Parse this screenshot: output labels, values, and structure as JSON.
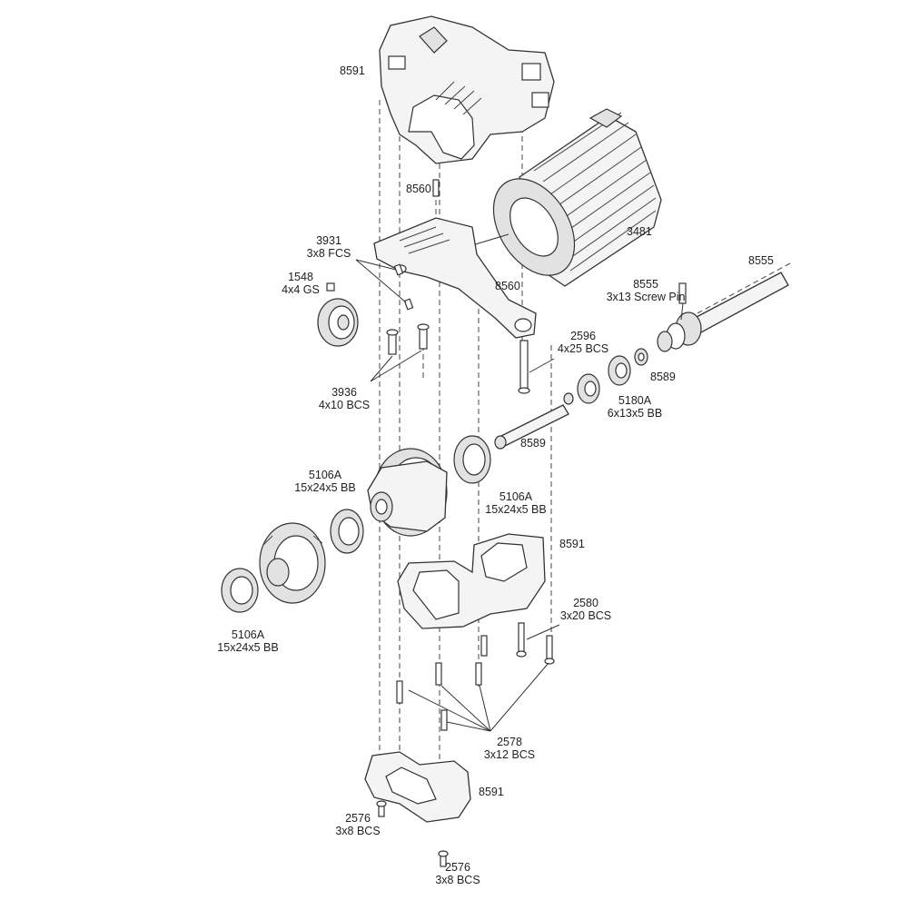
{
  "parts": {
    "housing_top": {
      "part": "8591"
    },
    "motor_mount_pin": {
      "part": "8560"
    },
    "motor": {
      "part": "3481"
    },
    "screw_fcs": {
      "part": "3931",
      "spec": "3x8 FCS"
    },
    "set_screw": {
      "part": "1548",
      "spec": "4x4 GS"
    },
    "motor_mount": {
      "part": "8560"
    },
    "output_shaft": {
      "part": "8555"
    },
    "screw_pin": {
      "part": "8555",
      "spec": "3x13 Screw Pin"
    },
    "bcs_4x25": {
      "part": "2596",
      "spec": "4x25 BCS"
    },
    "bcs_4x10": {
      "part": "3936",
      "spec": "4x10 BCS"
    },
    "spacer_right": {
      "part": "8589"
    },
    "bearing_6x13": {
      "part": "5180A",
      "spec": "6x13x5 BB"
    },
    "input_shaft": {
      "part": "8589"
    },
    "bearing_mid_left": {
      "part": "5106A",
      "spec": "15x24x5 BB"
    },
    "bearing_mid_right": {
      "part": "5106A",
      "spec": "15x24x5 BB"
    },
    "housing_mid": {
      "part": "8591"
    },
    "bcs_3x20": {
      "part": "2580",
      "spec": "3x20 BCS"
    },
    "bearing_low_left": {
      "part": "5106A",
      "spec": "15x24x5 BB"
    },
    "bcs_3x12": {
      "part": "2578",
      "spec": "3x12 BCS"
    },
    "housing_bottom": {
      "part": "8591"
    },
    "bcs_3x8_left": {
      "part": "2576",
      "spec": "3x8 BCS"
    },
    "bcs_3x8_bottom": {
      "part": "2576",
      "spec": "3x8 BCS"
    }
  }
}
